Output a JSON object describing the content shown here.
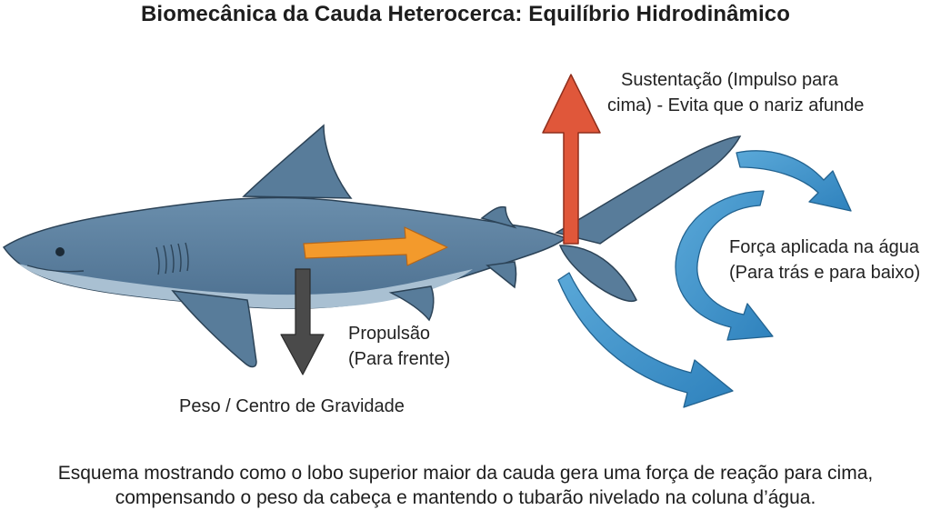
{
  "title": "Biomecânica da Cauda Heterocerca: Equilíbrio Hidrodinâmico",
  "labels": {
    "lift_line1": "Sustentação (Impulso para",
    "lift_line2": "cima) - Evita que o nariz afunde",
    "thrust_line1": "Propulsão",
    "thrust_line2": "(Para frente)",
    "weight": "Peso / Centro de Gravidade",
    "force_line1": "Força aplicada na água",
    "force_line2": "(Para trás e para baixo)"
  },
  "caption": {
    "line1": "Esquema mostrando como o lobo superior maior da cauda gera uma força de reação para cima,",
    "line2": "compensando o peso da cabeça e mantendo o tubarão nivelado na coluna d’água."
  },
  "colors": {
    "shark_body": "#587c9a",
    "shark_belly": "#a9c0d2",
    "lift_arrow": "#e0573a",
    "thrust_arrow": "#f39a2c",
    "weight_arrow": "#4a4a4a",
    "water_arrows": "#3a8fc8"
  }
}
